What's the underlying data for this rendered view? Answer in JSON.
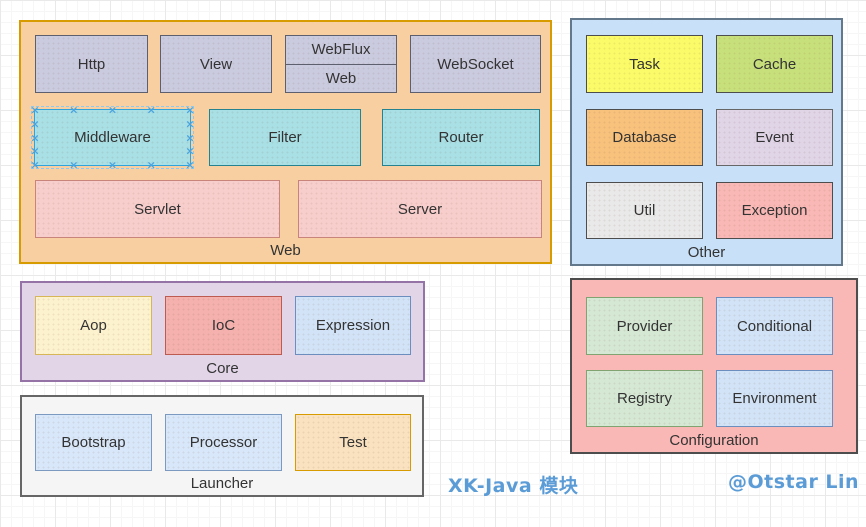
{
  "groups": {
    "web": {
      "label": "Web",
      "nodes": {
        "http": "Http",
        "view": "View",
        "webflux": "WebFlux",
        "web": "Web",
        "websocket": "WebSocket",
        "middleware": "Middleware",
        "filter": "Filter",
        "router": "Router",
        "servlet": "Servlet",
        "server": "Server"
      }
    },
    "other": {
      "label": "Other",
      "nodes": {
        "task": "Task",
        "cache": "Cache",
        "database": "Database",
        "event": "Event",
        "util": "Util",
        "exception": "Exception"
      }
    },
    "core": {
      "label": "Core",
      "nodes": {
        "aop": "Aop",
        "ioc": "IoC",
        "expression": "Expression"
      }
    },
    "launcher": {
      "label": "Launcher",
      "nodes": {
        "bootstrap": "Bootstrap",
        "processor": "Processor",
        "test": "Test"
      }
    },
    "configuration": {
      "label": "Configuration",
      "nodes": {
        "provider": "Provider",
        "conditional": "Conditional",
        "registry": "Registry",
        "environment": "Environment"
      }
    }
  },
  "annotations": {
    "diagram_title": "XK-Java 模块",
    "author_credit": "@Otstar Lin"
  },
  "colors": {
    "annotation_blue": "#5b9cd7",
    "selection_blue": "#2fa3dc",
    "web_group_fill": "#f7cfa0",
    "web_group_border": "#d79b00",
    "other_group_fill": "#c8e0f8",
    "core_group_fill": "#e1d5e7",
    "core_group_border": "#9673a6",
    "launcher_group_fill": "#f5f5f5",
    "configuration_group_fill": "#f9b8b5",
    "lavender_node": "#cbcbe0",
    "teal_node": "#a9e0e5",
    "pink_node": "#f8cecc",
    "yellow_node": "#fbfb69",
    "lime_node": "#c8e07b",
    "orange_node": "#f8c27d",
    "gray_node": "#e9e9e9",
    "cream_node": "#fdf2ce",
    "red_node": "#f5b1ae",
    "blue_node": "#d2e3f7",
    "green_node": "#d5e8d4",
    "test_node": "#fae1bf"
  }
}
